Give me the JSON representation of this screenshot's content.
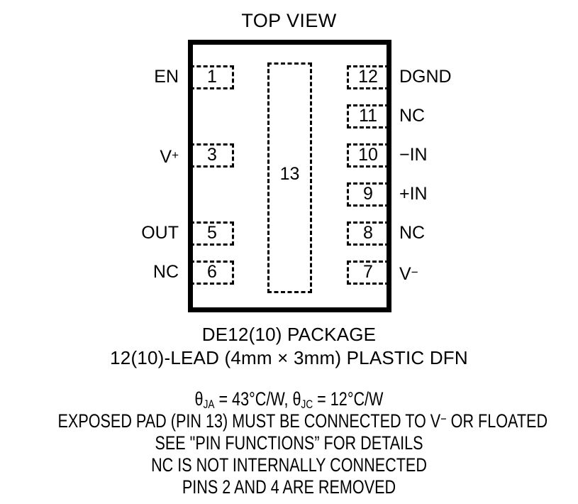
{
  "title": "TOP VIEW",
  "package": {
    "exposed_pad_number": "13"
  },
  "pins": {
    "left": [
      {
        "number": "1",
        "label": "EN",
        "label_sup": ""
      },
      {
        "number": "3",
        "label": "V",
        "label_sup": "+"
      },
      {
        "number": "5",
        "label": "OUT",
        "label_sup": ""
      },
      {
        "number": "6",
        "label": "NC",
        "label_sup": ""
      }
    ],
    "right": [
      {
        "number": "12",
        "label": "DGND",
        "label_sup": ""
      },
      {
        "number": "11",
        "label": "NC",
        "label_sup": ""
      },
      {
        "number": "10",
        "label": "−IN",
        "label_sup": ""
      },
      {
        "number": "9",
        "label": "+IN",
        "label_sup": ""
      },
      {
        "number": "8",
        "label": "NC",
        "label_sup": ""
      },
      {
        "number": "7",
        "label": "V",
        "label_sup": "−"
      }
    ]
  },
  "caption": {
    "line1": "DE12(10) PACKAGE",
    "line2": "12(10)-LEAD (4mm × 3mm) PLASTIC DFN",
    "theta": {
      "symbol1": "θ",
      "sub1": "JA",
      "value1": " = 43°C/W, ",
      "symbol2": "θ",
      "sub2": "JC",
      "value2": " = 12°C/W"
    },
    "line4_pre": "EXPOSED PAD (PIN 13) MUST BE CONNECTED TO V",
    "line4_sup": "−",
    "line4_post": " OR FLOATED",
    "line5": "SEE \"PIN FUNCTIONS” FOR DETAILS",
    "line6": "NC IS NOT INTERNALLY CONNECTED",
    "line7": "PINS 2 AND 4 ARE REMOVED"
  },
  "colors": {
    "ink": "#000000",
    "paper": "#ffffff"
  }
}
